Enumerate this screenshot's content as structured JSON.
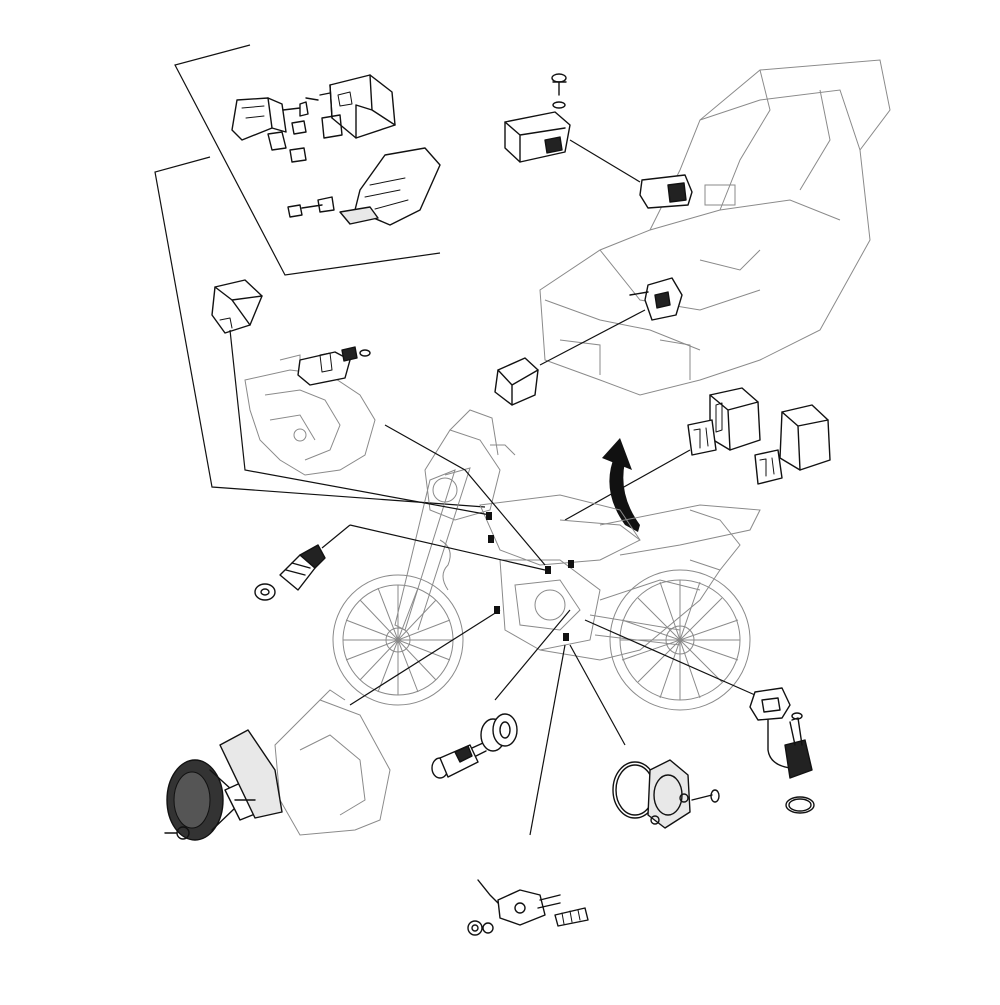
{
  "diagram": {
    "kind": "exploded parts diagram",
    "text_labels": [],
    "colors": {
      "ink": "#111111",
      "shade": "#777777",
      "background": "#ffffff"
    },
    "components": [
      "relay-assembly",
      "relay-bracket-cover",
      "relay-connector",
      "rear-relay",
      "rear-connector",
      "fuse-box-pair",
      "sensor-switch",
      "horn",
      "pressure-switch",
      "grommet",
      "cover-o-ring",
      "position-sensor",
      "sidestand-switch",
      "motorcycle-frame",
      "rear-subframe"
    ]
  }
}
